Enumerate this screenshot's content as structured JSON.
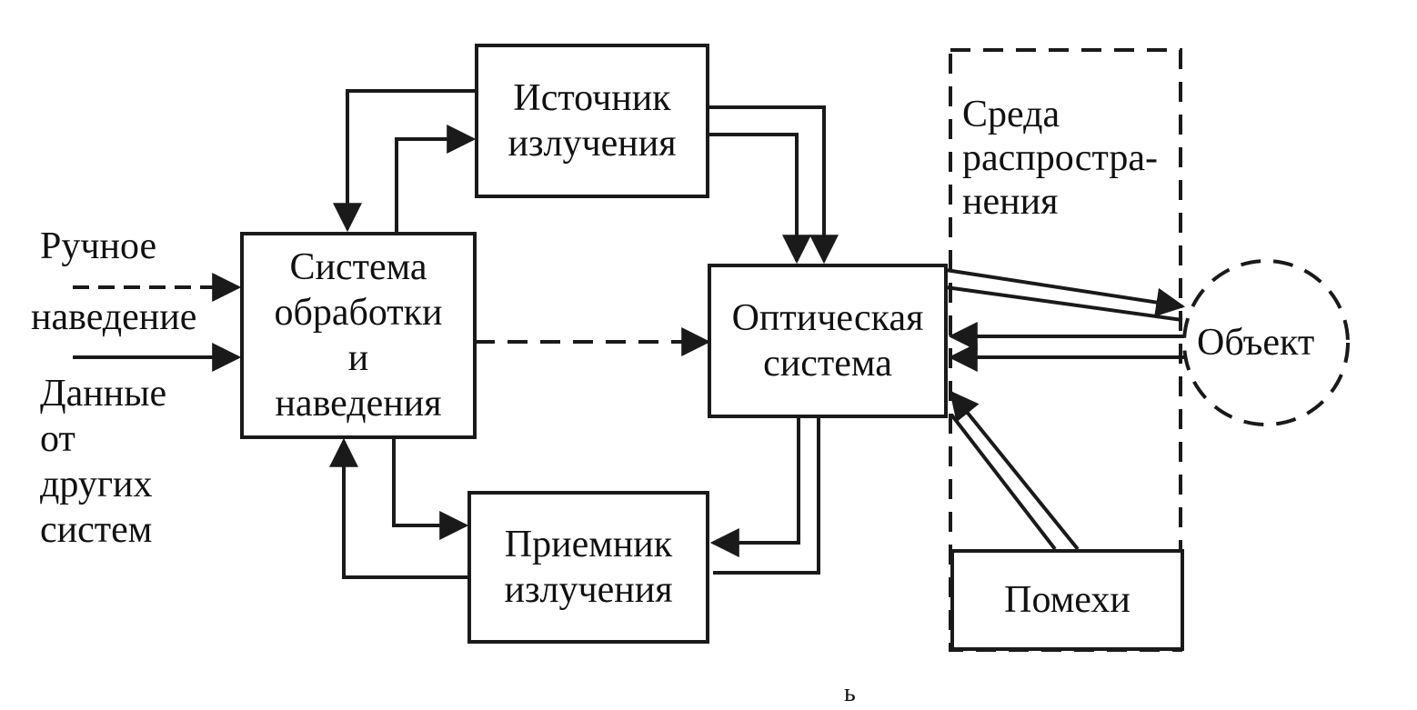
{
  "blocks": {
    "source": [
      "Источник",
      "излучения"
    ],
    "processing": [
      "Система",
      "обработки",
      "и",
      "наведения"
    ],
    "optical": [
      "Оптическая",
      "система"
    ],
    "receiver": [
      "Приемник",
      "излучения"
    ],
    "interference": "Помехи",
    "object": "Объект"
  },
  "labels": {
    "manual": [
      "Ручное",
      "наведение"
    ],
    "data": [
      "Данные",
      "от",
      "других",
      "систем"
    ],
    "medium": [
      "Среда",
      "распростра-",
      "нения"
    ]
  },
  "stray_mark": "ь"
}
